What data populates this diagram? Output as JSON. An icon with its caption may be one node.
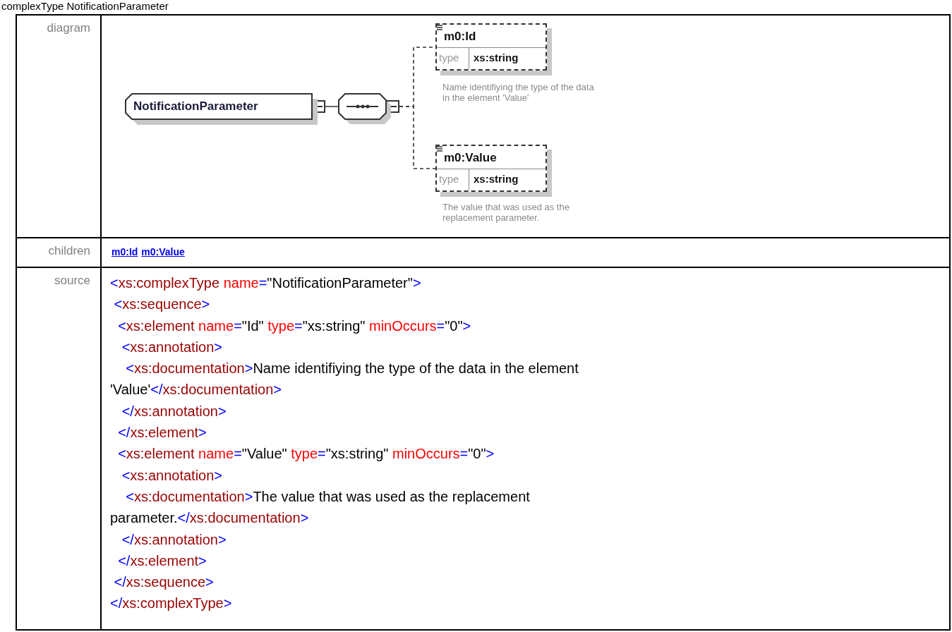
{
  "diagram": {
    "title": "complexType NotificationParameter",
    "nodes": [
      {
        "text": [
          "NotificationParameter"
        ]
      },
      {
        "text": [],
        "shape": "octagon"
      },
      {
        "text": [
          "m0:Id",
          "type",
          "xs:string"
        ],
        "beside": [
          "Name identifiying the type of the data in the element 'Value'"
        ]
      },
      {
        "text": [
          "m0:Value",
          "type",
          "xs:string"
        ],
        "beside": [
          "The value that was used as the replacement parameter."
        ]
      }
    ],
    "edges": [
      {
        "from": 0,
        "to": 1,
        "arrow": "other"
      },
      {
        "from": 1,
        "to": 2,
        "arrow": "other",
        "style": "dashed"
      },
      {
        "from": 1,
        "to": 3,
        "arrow": "other",
        "style": "dashed"
      }
    ],
    "labels": [
      "diagram",
      "children",
      "m0:Id",
      "m0:Value",
      "source",
      "<xs:complexType name=\"NotificationParameter\">",
      " <xs:sequence>",
      "  <xs:element name=\"Id\" type=\"xs:string\" minOccurs=\"0\">",
      "   <xs:annotation>",
      "    <xs:documentation>Name identifiying the type of the data in the element",
      "'Value'</xs:documentation>",
      "   </xs:annotation>",
      "  </xs:element>",
      "  <xs:element name=\"Value\" type=\"xs:string\" minOccurs=\"0\">",
      "   <xs:annotation>",
      "    <xs:documentation>The value that was used as the replacement",
      "parameter.</xs:documentation>",
      "   </xs:annotation>",
      "  </xs:element>",
      " </xs:sequence>",
      "</xs:complexType>"
    ]
  }
}
